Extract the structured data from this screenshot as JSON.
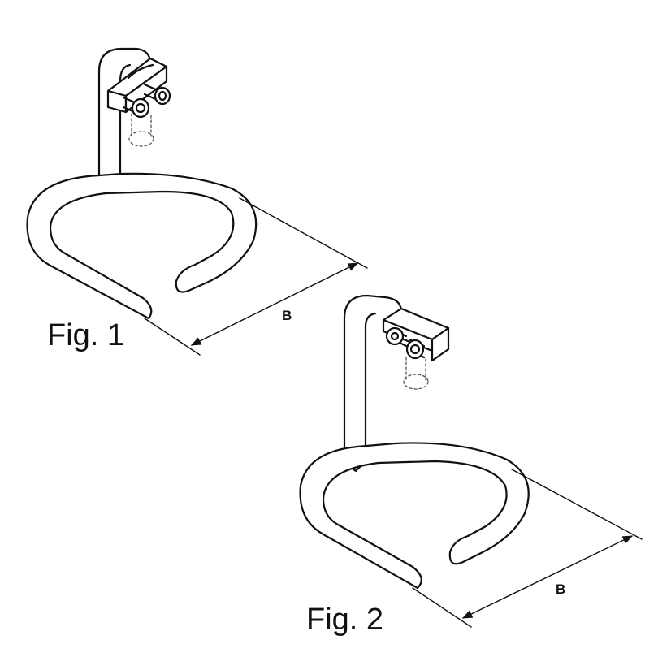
{
  "figures": [
    {
      "label": "Fig. 1",
      "dimension_label": "B"
    },
    {
      "label": "Fig. 2",
      "dimension_label": "B"
    }
  ],
  "colors": {
    "line": "#111111",
    "fill": "#ffffff",
    "hidden_line": "#555555"
  }
}
